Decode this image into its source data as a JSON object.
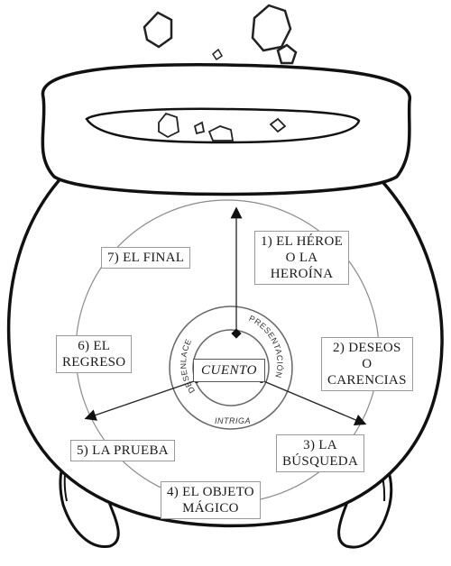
{
  "diagram": {
    "center_label": "CUENTO",
    "ring_labels": {
      "left": "DESENLACE",
      "right": "PRESENTACIÓN",
      "bottom": "INTRIGA"
    },
    "stages": [
      {
        "lines": [
          "1) EL HÉROE",
          "O LA",
          "HEROÍNA"
        ]
      },
      {
        "lines": [
          "2) DESEOS",
          "O",
          "CARENCIAS"
        ]
      },
      {
        "lines": [
          "3) LA",
          "BÚSQUEDA"
        ]
      },
      {
        "lines": [
          "4) EL OBJETO",
          "MÁGICO"
        ]
      },
      {
        "lines": [
          "5) LA PRUEBA"
        ]
      },
      {
        "lines": [
          "6) EL",
          "REGRESO"
        ]
      },
      {
        "lines": [
          "7) EL FINAL"
        ]
      }
    ]
  }
}
